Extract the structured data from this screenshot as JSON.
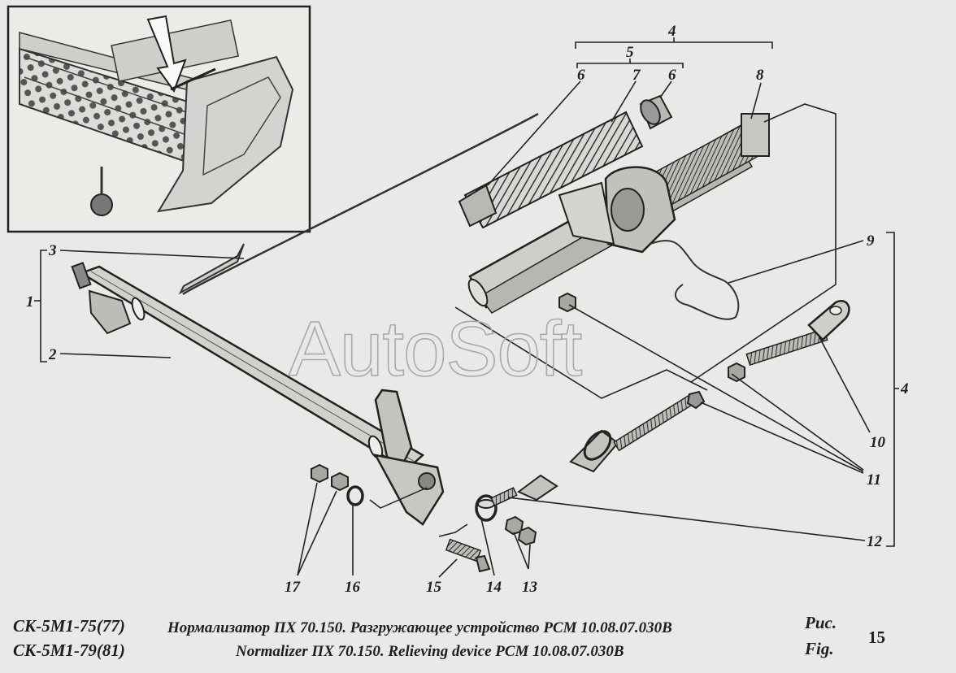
{
  "diagram": {
    "watermark": "AutoSoft",
    "callouts": {
      "c1": "1",
      "c2": "2",
      "c3": "3",
      "c4a": "4",
      "c4b": "4",
      "c5": "5",
      "c6a": "6",
      "c6b": "6",
      "c7": "7",
      "c8": "8",
      "c9": "9",
      "c10": "10",
      "c11": "11",
      "c12": "12",
      "c13": "13",
      "c14": "14",
      "c15": "15",
      "c16": "16",
      "c17": "17"
    }
  },
  "caption": {
    "model_1": "СК-5М1-75(77)",
    "model_2": "СК-5М1-79(81)",
    "title_ru": "Нормализатор ПХ 70.150. Разгружающее устройство РСМ 10.08.07.030В",
    "title_en": "Normalizer ПХ 70.150. Relieving device РСМ 10.08.07.030В",
    "fig_ru": "Рис.",
    "fig_en": "Fig.",
    "fig_number": "15"
  }
}
